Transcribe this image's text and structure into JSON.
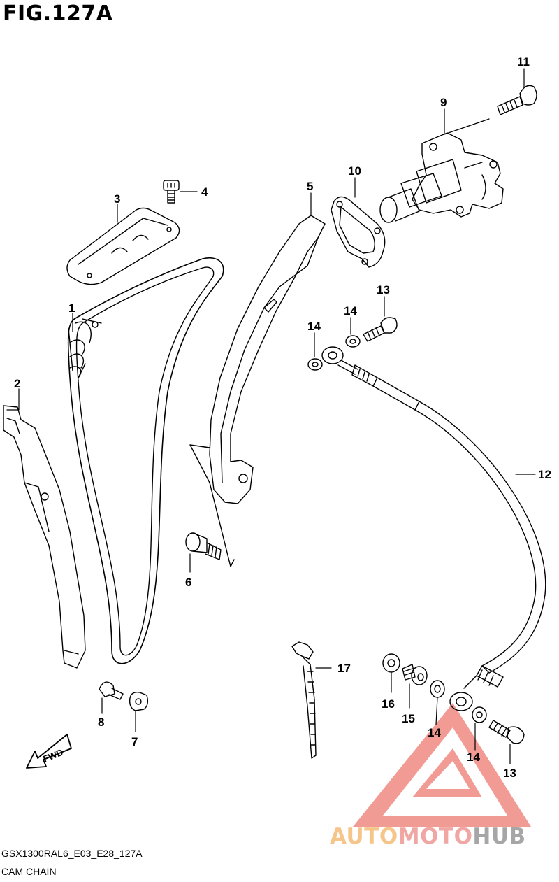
{
  "figure": {
    "title": "FIG.127A",
    "code": "GSX1300RAL6_E03_E28_127A",
    "name": "CAM CHAIN"
  },
  "callouts": {
    "p1": "1",
    "p2": "2",
    "p3": "3",
    "p4": "4",
    "p5": "5",
    "p6": "6",
    "p7": "7",
    "p8": "8",
    "p9": "9",
    "p10": "10",
    "p11": "11",
    "p12": "12",
    "p13a": "13",
    "p13b": "13",
    "p14a": "14",
    "p14b": "14",
    "p14c": "14",
    "p14d": "14",
    "p15": "15",
    "p16": "16",
    "p17": "17"
  },
  "direction_arrow": {
    "label": "FWD",
    "icon": "fwd-arrow-icon"
  },
  "watermark": {
    "part1": "AUTO",
    "part2": "MOTO",
    "part3": "HUB",
    "colors": {
      "part1": "#f6c58a",
      "part2": "#f0a7a4",
      "part3": "#a6a6a6",
      "logo": "#ef8a82"
    }
  }
}
